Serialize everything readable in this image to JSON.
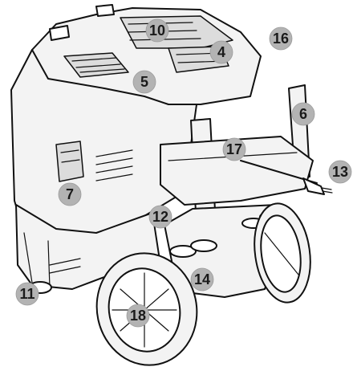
{
  "callouts": [
    {
      "id": "c10",
      "label": "10"
    },
    {
      "id": "c4",
      "label": "4"
    },
    {
      "id": "c16",
      "label": "16"
    },
    {
      "id": "c5",
      "label": "5"
    },
    {
      "id": "c6",
      "label": "6"
    },
    {
      "id": "c17",
      "label": "17"
    },
    {
      "id": "c13",
      "label": "13"
    },
    {
      "id": "c7",
      "label": "7"
    },
    {
      "id": "c12",
      "label": "12"
    },
    {
      "id": "c14",
      "label": "14"
    },
    {
      "id": "c11",
      "label": "11"
    },
    {
      "id": "c18",
      "label": "18"
    }
  ],
  "colors": {
    "callout_fill": "#b3b3b3",
    "line": "#111111",
    "body": "#f3f3f3"
  }
}
